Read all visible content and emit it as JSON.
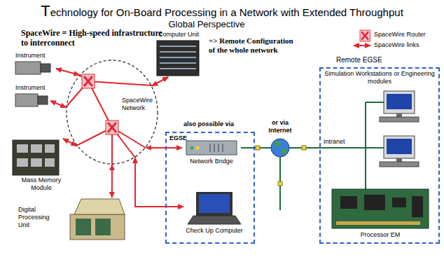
{
  "diagram": {
    "title": "Technology for On-Board Processing in a Network with Extended Throughput",
    "nodes": [
      {
        "text": [
          "SpaceWire Network"
        ]
      },
      {
        "text": [
          "Instrument"
        ]
      },
      {
        "text": [
          "Instrument"
        ]
      },
      {
        "text": [
          "Computer Unit"
        ]
      },
      {
        "text": [
          "Mass Memory Module"
        ]
      },
      {
        "text": [
          "Digital Processing Unit"
        ]
      },
      {
        "text": [
          "EGSE"
        ]
      },
      {
        "text": [
          "Network Bridge"
        ],
        "in": 6
      },
      {
        "text": [
          "Check Up Computer"
        ],
        "in": 6
      },
      {
        "text": [
          "Remote EGSE",
          "Simulation Workstations or Engineering modules"
        ]
      },
      {
        "text": [
          "Processor EM"
        ],
        "in": 9
      }
    ],
    "edges": [
      {
        "from": 1,
        "to": 0,
        "arrow": "both"
      },
      {
        "from": 2,
        "to": 0,
        "arrow": "both"
      },
      {
        "from": 0,
        "to": 3,
        "arrow": "both"
      },
      {
        "from": 4,
        "to": 0,
        "arrow": "both"
      },
      {
        "from": 0,
        "to": 5,
        "arrow": "both"
      },
      {
        "from": 0,
        "to": 7,
        "arrow": "both"
      },
      {
        "from": 0,
        "to": 8,
        "arrow": "both"
      },
      {
        "from": 7,
        "to": 9,
        "arrow": "none"
      }
    ],
    "labels": [
      "Global Perspective",
      "SpaceWire = High-speed infrastructure to interconnect",
      "=> Remote Configuration of the whole network",
      "also possible via",
      "or via Internet",
      "Intranet"
    ],
    "legend": [
      {
        "text": "SpaceWire Router"
      },
      {
        "text": "SpaceWire links"
      }
    ]
  }
}
